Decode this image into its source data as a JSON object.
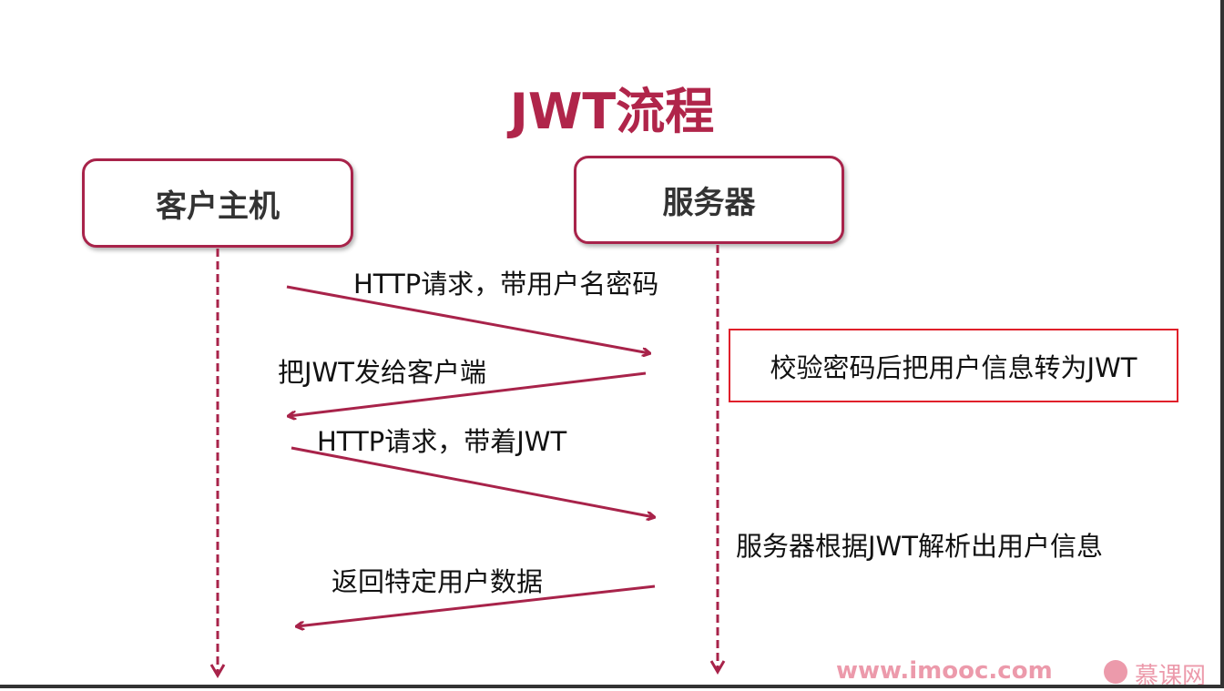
{
  "title": "JWT流程",
  "actors": {
    "client": "客户主机",
    "server": "服务器"
  },
  "messages": [
    {
      "label": "HTTP请求，带用户名密码",
      "direction": "client-to-server"
    },
    {
      "label": "把JWT发给客户端",
      "direction": "server-to-client"
    },
    {
      "label": "HTTP请求，带着JWT",
      "direction": "client-to-server"
    },
    {
      "label": "返回特定用户数据",
      "direction": "server-to-client"
    }
  ],
  "server_notes": [
    "校验密码后把用户信息转为JWT",
    "服务器根据JWT解析出用户信息"
  ],
  "watermark": {
    "url": "www.imooc.com",
    "brand": "慕课网"
  },
  "colors": {
    "accent": "#a8234a",
    "highlight": "#e0202a"
  }
}
